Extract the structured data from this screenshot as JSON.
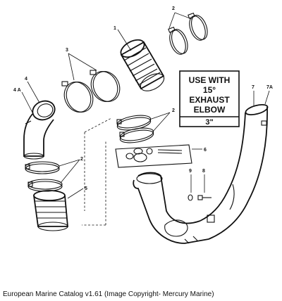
{
  "callouts": {
    "c1": "1",
    "c2a": "2",
    "c2b": "2",
    "c2c": "2",
    "c3": "3",
    "c4": "4",
    "c4a": "4 A",
    "c5": "5",
    "c6": "6",
    "c7": "7",
    "c7a": "7A",
    "c8": "8",
    "c9": "9"
  },
  "note_box": {
    "line1": "USE WITH",
    "line2": "15°",
    "line3": "EXHAUST",
    "line4": "ELBOW",
    "line5": "3\""
  },
  "caption": "European Marine Catalog v1.61 (Image Copyright- Mercury Marine)"
}
